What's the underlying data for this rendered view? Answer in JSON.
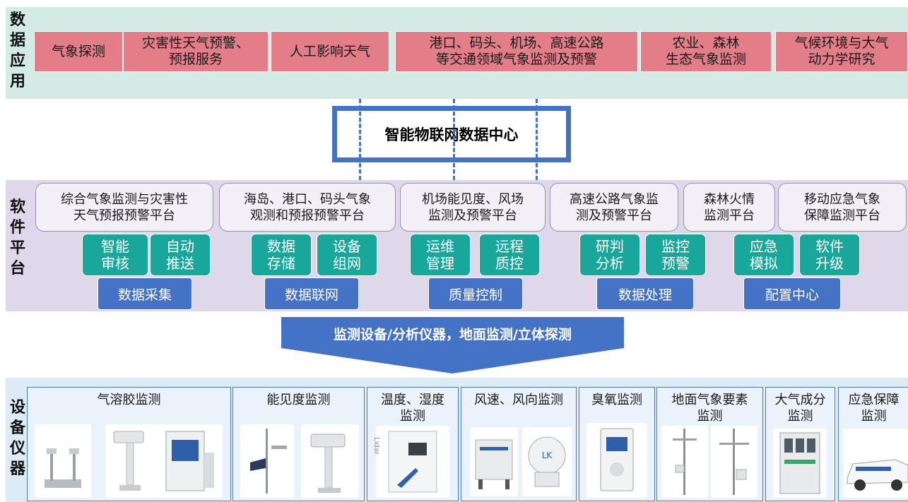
{
  "application": {
    "side_label": [
      "数",
      "据",
      "应",
      "用"
    ],
    "items": [
      "气象探测",
      "灾害性天气预警、\n预报服务",
      "人工影响天气",
      "港口、码头、机场、高速公路\n等交通领域气象监测及预警",
      "农业、森林\n生态气象监测",
      "气候环境与大气\n动力学研究"
    ]
  },
  "data_center": {
    "title": "智能物联网数据中心"
  },
  "software": {
    "side_label": [
      "软",
      "件",
      "平",
      "台"
    ],
    "platforms": [
      "综合气象监测与灾害性\n天气预报预警平台",
      "海岛、港口、码头气象\n观测和预报预警平台",
      "机场能见度、风场\n监测及预警平台",
      "高速公路气象监\n测及预警平台",
      "森林火情\n监测平台",
      "移动应急气象\n保障监测平台"
    ],
    "functions": [
      "智能\n审核",
      "自动\n推送",
      "数据\n存储",
      "设备\n组网",
      "运维\n管理",
      "远程\n质控",
      "研判\n分析",
      "监控\n预警",
      "应急\n模拟",
      "软件\n升级"
    ],
    "categories": [
      "数据采集",
      "数据联网",
      "质量控制",
      "数据处理",
      "配置中心"
    ]
  },
  "arrow": {
    "label": "监测设备/分析仪器，地面监测/立体探测"
  },
  "equipment": {
    "side_label": [
      "设",
      "备",
      "仪",
      "器"
    ],
    "sections": [
      "气溶胶监测",
      "能见度监测",
      "温度、湿度\n监测",
      "风速、风向监测",
      "臭氧监测",
      "地面气象要素\n监测",
      "大气成分\n监测",
      "应急保障\n监测"
    ],
    "device_labels": {
      "lidar": "Lidar"
    }
  },
  "colors": {
    "app_band": "#d3ebe4",
    "app_item": "#e37e89",
    "blue_accent": "#4472c4",
    "software_band": "#dfd7ea",
    "function_teal": "#19a79b",
    "equipment_band": "#dcebf6"
  }
}
